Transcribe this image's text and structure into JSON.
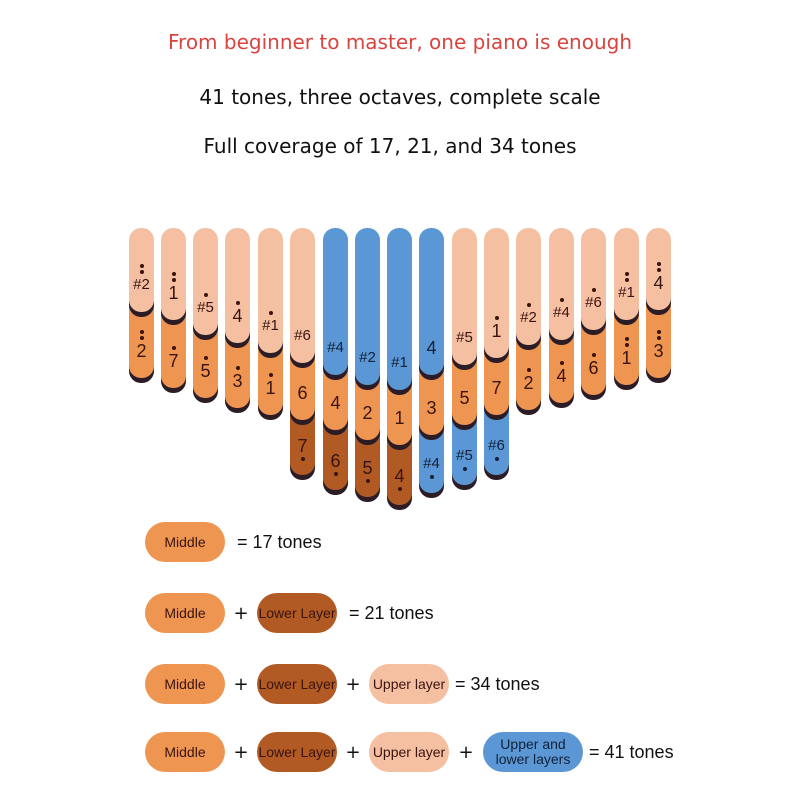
{
  "header": {
    "title": "From beginner to master, one piano is enough",
    "line2": "41 tones, three octaves, complete scale",
    "line3": "Full coverage of 17, 21, and 34 tones"
  },
  "colors": {
    "upper": "#f5bfa2",
    "middle": "#ef9552",
    "lower": "#b15a24",
    "blue": "#5c97d5",
    "title": "#d9443f"
  },
  "tines": [
    {
      "segments": [
        {
          "layer": "upper",
          "label": "#2",
          "dots_above": 2,
          "dots_below": 0
        },
        {
          "layer": "middle",
          "label": "2",
          "dots_above": 2,
          "dots_below": 0
        }
      ]
    },
    {
      "segments": [
        {
          "layer": "upper",
          "label": "1",
          "dots_above": 2,
          "dots_below": 0
        },
        {
          "layer": "middle",
          "label": "7",
          "dots_above": 1,
          "dots_below": 0
        }
      ]
    },
    {
      "segments": [
        {
          "layer": "upper",
          "label": "#5",
          "dots_above": 1,
          "dots_below": 0
        },
        {
          "layer": "middle",
          "label": "5",
          "dots_above": 1,
          "dots_below": 0
        }
      ]
    },
    {
      "segments": [
        {
          "layer": "upper",
          "label": "4",
          "dots_above": 1,
          "dots_below": 0
        },
        {
          "layer": "middle",
          "label": "3",
          "dots_above": 1,
          "dots_below": 0
        }
      ]
    },
    {
      "segments": [
        {
          "layer": "upper",
          "label": "#1",
          "dots_above": 1,
          "dots_below": 0
        },
        {
          "layer": "middle",
          "label": "1",
          "dots_above": 1,
          "dots_below": 0
        }
      ]
    },
    {
      "segments": [
        {
          "layer": "upper",
          "label": "#6",
          "dots_above": 0,
          "dots_below": 0
        },
        {
          "layer": "middle",
          "label": "6",
          "dots_above": 0,
          "dots_below": 0
        },
        {
          "layer": "lower",
          "label": "7",
          "dots_above": 0,
          "dots_below": 1
        }
      ]
    },
    {
      "segments": [
        {
          "layer": "blue",
          "label": "#4",
          "dots_above": 0,
          "dots_below": 0
        },
        {
          "layer": "middle",
          "label": "4",
          "dots_above": 0,
          "dots_below": 0
        },
        {
          "layer": "lower",
          "label": "6",
          "dots_above": 0,
          "dots_below": 1
        }
      ]
    },
    {
      "segments": [
        {
          "layer": "blue",
          "label": "#2",
          "dots_above": 0,
          "dots_below": 0
        },
        {
          "layer": "middle",
          "label": "2",
          "dots_above": 0,
          "dots_below": 0
        },
        {
          "layer": "lower",
          "label": "5",
          "dots_above": 0,
          "dots_below": 1
        }
      ]
    },
    {
      "segments": [
        {
          "layer": "blue",
          "label": "#1",
          "dots_above": 0,
          "dots_below": 0
        },
        {
          "layer": "middle",
          "label": "1",
          "dots_above": 0,
          "dots_below": 0
        },
        {
          "layer": "lower",
          "label": "4",
          "dots_above": 0,
          "dots_below": 1
        }
      ]
    },
    {
      "segments": [
        {
          "layer": "blue",
          "label": "4",
          "dots_above": 0,
          "dots_below": 0
        },
        {
          "layer": "middle",
          "label": "3",
          "dots_above": 0,
          "dots_below": 0
        },
        {
          "layer": "blue",
          "label": "#4",
          "dots_above": 0,
          "dots_below": 1
        }
      ]
    },
    {
      "segments": [
        {
          "layer": "upper",
          "label": "#5",
          "dots_above": 0,
          "dots_below": 0
        },
        {
          "layer": "middle",
          "label": "5",
          "dots_above": 0,
          "dots_below": 0
        },
        {
          "layer": "blue",
          "label": "#5",
          "dots_above": 0,
          "dots_below": 1
        }
      ]
    },
    {
      "segments": [
        {
          "layer": "upper",
          "label": "1",
          "dots_above": 1,
          "dots_below": 0
        },
        {
          "layer": "middle",
          "label": "7",
          "dots_above": 0,
          "dots_below": 0
        },
        {
          "layer": "blue",
          "label": "#6",
          "dots_above": 0,
          "dots_below": 1
        }
      ]
    },
    {
      "segments": [
        {
          "layer": "upper",
          "label": "#2",
          "dots_above": 1,
          "dots_below": 0
        },
        {
          "layer": "middle",
          "label": "2",
          "dots_above": 1,
          "dots_below": 0
        }
      ]
    },
    {
      "segments": [
        {
          "layer": "upper",
          "label": "#4",
          "dots_above": 1,
          "dots_below": 0
        },
        {
          "layer": "middle",
          "label": "4",
          "dots_above": 1,
          "dots_below": 0
        }
      ]
    },
    {
      "segments": [
        {
          "layer": "upper",
          "label": "#6",
          "dots_above": 1,
          "dots_below": 0
        },
        {
          "layer": "middle",
          "label": "6",
          "dots_above": 1,
          "dots_below": 0
        }
      ]
    },
    {
      "segments": [
        {
          "layer": "upper",
          "label": "#1",
          "dots_above": 2,
          "dots_below": 0
        },
        {
          "layer": "middle",
          "label": "1",
          "dots_above": 2,
          "dots_below": 0
        }
      ]
    },
    {
      "segments": [
        {
          "layer": "upper",
          "label": "4",
          "dots_above": 2,
          "dots_below": 0
        },
        {
          "layer": "middle",
          "label": "3",
          "dots_above": 2,
          "dots_below": 0
        }
      ]
    }
  ],
  "legend": {
    "middle": "Middle",
    "lower": "Lower Layer",
    "upper": "Upper layer",
    "both": "Upper and lower layers",
    "plus": "+",
    "rows": [
      {
        "result": "= 17 tones"
      },
      {
        "result": "= 21 tones"
      },
      {
        "result": "= 34 tones"
      },
      {
        "result": "= 41 tones"
      }
    ]
  }
}
